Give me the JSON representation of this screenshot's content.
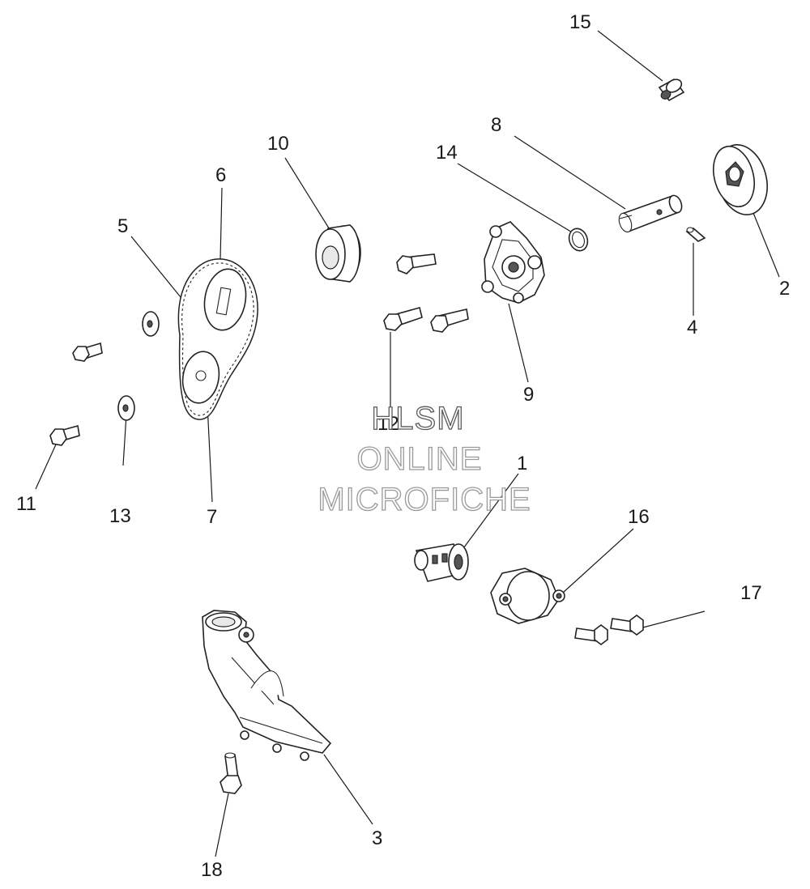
{
  "watermark": {
    "line1": "HLSM",
    "line2": "ONLINE",
    "line3": "MICROFICHE"
  },
  "callouts": [
    {
      "id": "c1",
      "text": "1"
    },
    {
      "id": "c2",
      "text": "2"
    },
    {
      "id": "c3",
      "text": "3"
    },
    {
      "id": "c4",
      "text": "4"
    },
    {
      "id": "c5",
      "text": "5"
    },
    {
      "id": "c6",
      "text": "6"
    },
    {
      "id": "c7",
      "text": "7"
    },
    {
      "id": "c8",
      "text": "8"
    },
    {
      "id": "c9",
      "text": "9"
    },
    {
      "id": "c10",
      "text": "10"
    },
    {
      "id": "c11",
      "text": "11"
    },
    {
      "id": "c12",
      "text": "12"
    },
    {
      "id": "c13",
      "text": "13"
    },
    {
      "id": "c14",
      "text": "14"
    },
    {
      "id": "c15",
      "text": "15"
    },
    {
      "id": "c16",
      "text": "16"
    },
    {
      "id": "c17",
      "text": "17"
    },
    {
      "id": "c18",
      "text": "18"
    }
  ]
}
